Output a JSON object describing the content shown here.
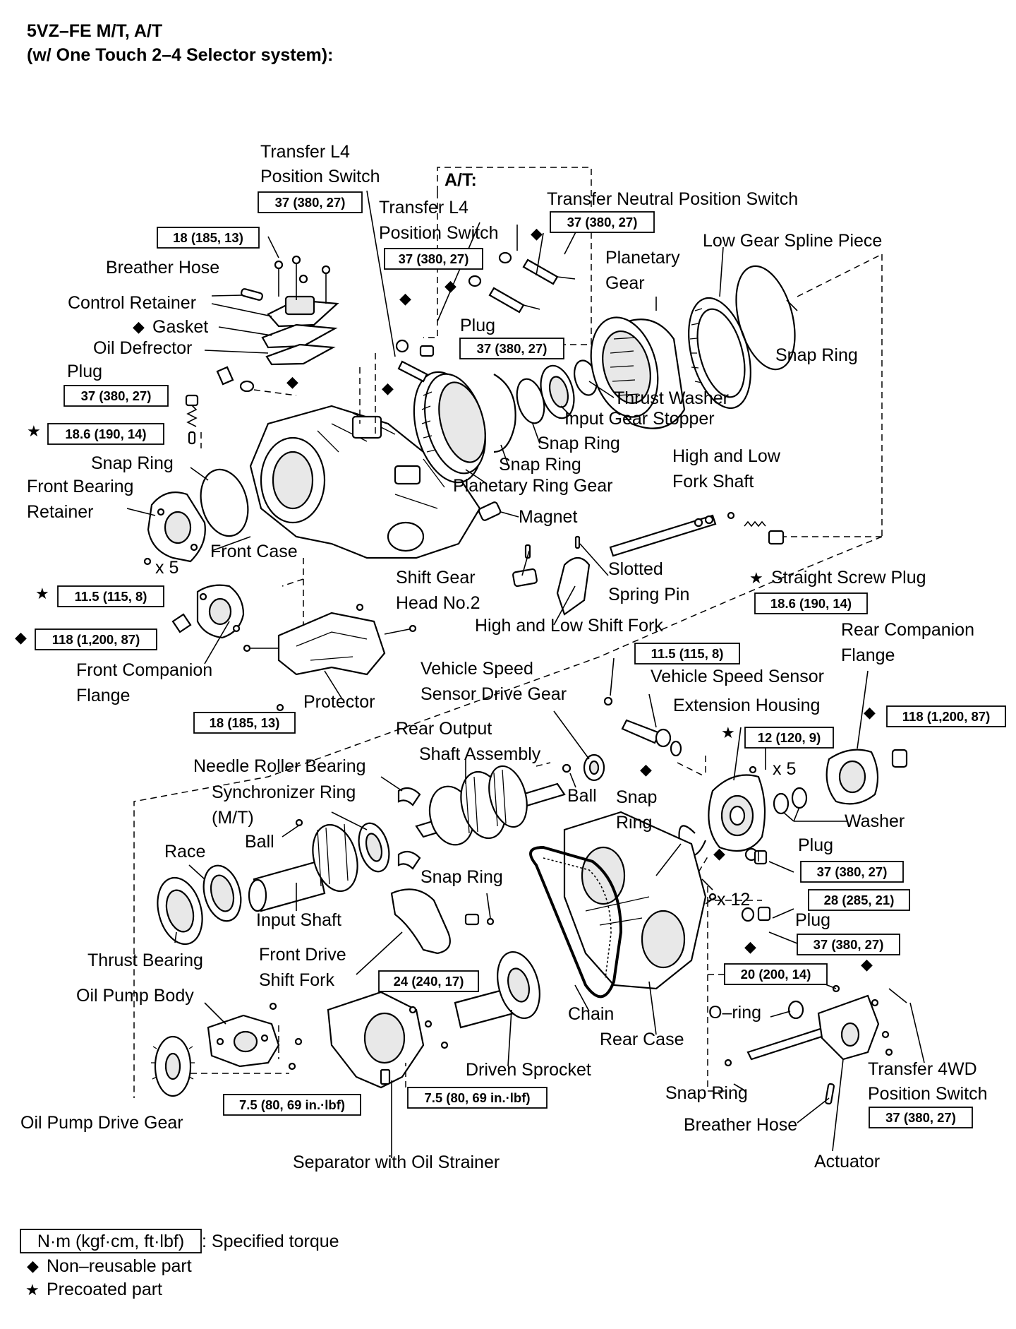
{
  "title": {
    "line1": "5VZ–FE M/T, A/T",
    "line2": "(w/ One Touch 2–4 Selector system):"
  },
  "inset_label": "A/T:",
  "labels": {
    "transfer_l4_switch_1a": "Transfer L4",
    "transfer_l4_switch_1b": "Position Switch",
    "transfer_l4_switch_2a": "Transfer L4",
    "transfer_l4_switch_2b": "Position Switch",
    "transfer_neutral_switch": "Transfer Neutral Position Switch",
    "low_gear_spline_piece": "Low Gear Spline Piece",
    "planetary_gear_a": "Planetary",
    "planetary_gear_b": "Gear",
    "breather_hose_top": "Breather Hose",
    "control_retainer": "Control Retainer",
    "gasket": "Gasket",
    "oil_defrector": "Oil Defrector",
    "plug_left": "Plug",
    "plug_top": "Plug",
    "snap_ring_top_right": "Snap Ring",
    "thrust_washer": "Thrust Washer",
    "input_gear_stopper": "Input Gear Stopper",
    "snap_ring_mid_1": "Snap Ring",
    "snap_ring_mid_2": "Snap Ring",
    "planetary_ring_gear": "Planetary Ring Gear",
    "high_low_fork_shaft_a": "High and Low",
    "high_low_fork_shaft_b": "Fork Shaft",
    "snap_ring_left": "Snap Ring",
    "front_bearing_retainer_a": "Front Bearing",
    "front_bearing_retainer_b": "Retainer",
    "front_case": "Front Case",
    "magnet": "Magnet",
    "x5_left": "x 5",
    "shift_gear_head_a": "Shift Gear",
    "shift_gear_head_b": "Head No.2",
    "slotted_spring_pin_a": "Slotted",
    "slotted_spring_pin_b": "Spring Pin",
    "straight_screw_plug": "Straight Screw Plug",
    "high_low_shift_fork": "High and Low Shift Fork",
    "rear_companion_flange_a": "Rear Companion",
    "rear_companion_flange_b": "Flange",
    "front_companion_flange_a": "Front Companion",
    "front_companion_flange_b": "Flange",
    "protector": "Protector",
    "vss_drive_gear_a": "Vehicle Speed",
    "vss_drive_gear_b": "Sensor Drive Gear",
    "vehicle_speed_sensor": "Vehicle Speed Sensor",
    "extension_housing": "Extension Housing",
    "rear_output_shaft_a": "Rear Output",
    "rear_output_shaft_b": "Shaft Assembly",
    "needle_roller_bearing": "Needle Roller Bearing",
    "synchronizer_ring_a": "Synchronizer Ring",
    "synchronizer_ring_b": "(M/T)",
    "ball_left": "Ball",
    "ball_right": "Ball",
    "x5_right": "x 5",
    "snap_ring_c_a": "Snap",
    "snap_ring_c_b": "Ring",
    "washer": "Washer",
    "race": "Race",
    "input_shaft": "Input Shaft",
    "snap_ring_center": "Snap Ring",
    "plug_right_1": "Plug",
    "x12": "x 12",
    "plug_right_2": "Plug",
    "thrust_bearing": "Thrust Bearing",
    "front_drive_fork_a": "Front Drive",
    "front_drive_fork_b": "Shift Fork",
    "oil_pump_body": "Oil Pump Body",
    "chain": "Chain",
    "o_ring": "O–ring",
    "rear_case": "Rear Case",
    "driven_sprocket": "Driven Sprocket",
    "transfer_4wd_switch_a": "Transfer 4WD",
    "transfer_4wd_switch_b": "Position Switch",
    "snap_ring_bottom": "Snap Ring",
    "breather_hose_bottom": "Breather Hose",
    "oil_pump_drive_gear": "Oil Pump Drive Gear",
    "separator_oil_strainer": "Separator with Oil Strainer",
    "actuator": "Actuator"
  },
  "torques": {
    "t_l4_left": "37 (380, 27)",
    "t_l4_at": "37 (380, 27)",
    "t_neutral": "37 (380, 27)",
    "t_control_retainer": "18 (185, 13)",
    "t_plug_top": "37 (380, 27)",
    "t_plug_left": "37 (380, 27)",
    "t_plug_small": "18.6 (190, 14)",
    "t_front_retainer": "11.5 (115, 8)",
    "t_front_flange": "118 (1,200, 87)",
    "t_straight_plug": "18.6 (190, 14)",
    "t_vss": "11.5 (115, 8)",
    "t_protector": "18 (185, 13)",
    "t_rear_flange": "118 (1,200, 87)",
    "t_extension": "12 (120, 9)",
    "t_plug_right_1": "37 (380, 27)",
    "t_rear_case": "28 (285, 21)",
    "t_plug_right_2": "37 (380, 27)",
    "t_fork": "24 (240, 17)",
    "t_actuator": "20 (200, 14)",
    "t_oil_pump": "7.5 (80, 69 in.·lbf)",
    "t_separator": "7.5 (80, 69 in.·lbf)",
    "t_4wd_switch": "37 (380, 27)"
  },
  "legend": {
    "torque_key": "N·m (kgf·cm, ft·lbf)",
    "torque_desc": ": Specified torque",
    "non_reusable": "Non–reusable part",
    "precoated": "Precoated part"
  },
  "symbols": {
    "diamond": "◆",
    "star": "★"
  }
}
